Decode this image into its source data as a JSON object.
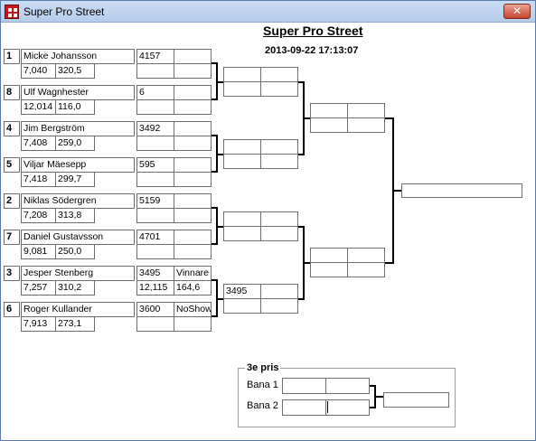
{
  "window": {
    "title": "Super Pro Street",
    "close_label": "✕"
  },
  "header": {
    "title": "Super Pro Street",
    "datetime": "2013-09-22 17:13:07"
  },
  "round1": [
    {
      "seed": "1",
      "name": "Micke Johansson",
      "rt": "7,040",
      "speed": "320,5",
      "score": "4157",
      "status": ""
    },
    {
      "seed": "8",
      "name": "Ulf Wagnhester",
      "rt": "12,014",
      "speed": "116,0",
      "score": "6",
      "status": ""
    },
    {
      "seed": "4",
      "name": "Jim Bergström",
      "rt": "7,408",
      "speed": "259,0",
      "score": "3492",
      "status": ""
    },
    {
      "seed": "5",
      "name": "Viljar Mäesepp",
      "rt": "7,418",
      "speed": "299,7",
      "score": "595",
      "status": ""
    },
    {
      "seed": "2",
      "name": "Niklas Södergren",
      "rt": "7,208",
      "speed": "313,8",
      "score": "5159",
      "status": ""
    },
    {
      "seed": "7",
      "name": "Daniel Gustavsson",
      "rt": "9,081",
      "speed": "250,0",
      "score": "4701",
      "status": ""
    },
    {
      "seed": "3",
      "name": "Jesper Stenberg",
      "rt": "7,257",
      "speed": "310,2",
      "score": "3495",
      "status": "Vinnare",
      "score2": "12,115",
      "status2": "164,6"
    },
    {
      "seed": "6",
      "name": "Roger Kullander",
      "rt": "7,913",
      "speed": "273,1",
      "score": "3600",
      "status": "NoShow"
    }
  ],
  "quarterfinals": [
    {
      "cell": ""
    },
    {
      "cell": ""
    },
    {
      "cell": ""
    },
    {
      "cell": "3495"
    }
  ],
  "third_prize": {
    "title": "3e pris",
    "lane1": "Bana 1",
    "lane2": "Bana 2"
  }
}
